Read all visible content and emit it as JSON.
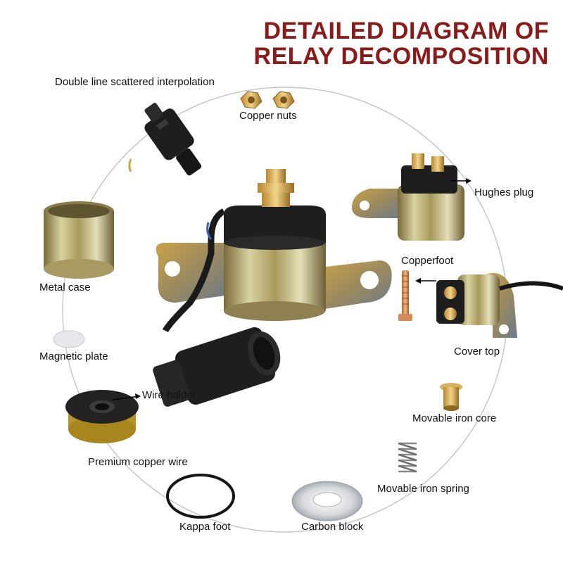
{
  "title": {
    "line1": "DETAILED DIAGRAM OF",
    "line2": "RELAY DECOMPOSITION"
  },
  "labels": {
    "double_line": "Double line scattered interpolation",
    "copper_nuts": "Copper nuts",
    "hughes_plug": "Hughes plug",
    "metal_case": "Metal case",
    "copperfoot": "Copperfoot",
    "cover_top": "Cover top",
    "magnetic_plate": "Magnetic plate",
    "wire_holder": "Wire holder",
    "movable_iron_core": "Movable iron core",
    "premium_copper_wire": "Premium copper wire",
    "movable_iron_spring": "Movable iron spring",
    "kappa_foot": "Kappa foot",
    "carbon_block": "Carbon block"
  },
  "colors": {
    "title": "#8b1a1a",
    "metal": "#b8b070",
    "plastic": "#1c1c1c",
    "copper": "#d98a4a",
    "circle_line": "#bbbbbb"
  }
}
